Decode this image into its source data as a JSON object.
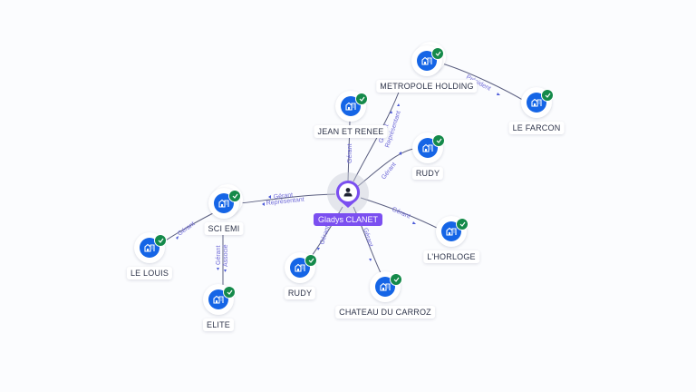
{
  "center_person": {
    "name": "Gladys CLANET",
    "icon": "person-icon",
    "accent_color": "#7b4ff0"
  },
  "colors": {
    "company_disk": "#1565e6",
    "verified_badge": "#148a4a",
    "edge_label": "#6f6ad8",
    "edge": "#5b5f80"
  },
  "nodes": [
    {
      "id": "metropole",
      "label": "METROPOLE HOLDING",
      "icon": "building-icon",
      "verified": true,
      "stacked": true
    },
    {
      "id": "farcon",
      "label": "LE FARCON",
      "icon": "building-icon",
      "verified": true,
      "stacked": false
    },
    {
      "id": "jean",
      "label": "JEAN ET RENEE",
      "icon": "building-icon",
      "verified": true,
      "stacked": false
    },
    {
      "id": "rudy1",
      "label": "RUDY",
      "icon": "building-icon",
      "verified": true,
      "stacked": false
    },
    {
      "id": "sciemi",
      "label": "SCI EMI",
      "icon": "building-icon",
      "verified": true,
      "stacked": true
    },
    {
      "id": "louis",
      "label": "LE LOUIS",
      "icon": "building-icon",
      "verified": true,
      "stacked": false
    },
    {
      "id": "elite",
      "label": "ELITE",
      "icon": "building-icon",
      "verified": true,
      "stacked": false
    },
    {
      "id": "rudy2",
      "label": "RUDY",
      "icon": "building-icon",
      "verified": true,
      "stacked": false
    },
    {
      "id": "chateau",
      "label": "CHATEAU DU CARROZ",
      "icon": "building-icon",
      "verified": true,
      "stacked": false
    },
    {
      "id": "horloge",
      "label": "L'HORLOGE",
      "icon": "building-icon",
      "verified": true,
      "stacked": false
    }
  ],
  "edges": [
    {
      "from": "center",
      "to": "jean",
      "labels": [
        "Gérant"
      ]
    },
    {
      "from": "center",
      "to": "metropole",
      "labels": [
        "Gérant",
        "Représentant"
      ]
    },
    {
      "from": "center",
      "to": "rudy1",
      "labels": [
        "Gérant"
      ]
    },
    {
      "from": "center",
      "to": "sciemi",
      "labels": [
        "Gérant",
        "Représentant"
      ]
    },
    {
      "from": "center",
      "to": "rudy2",
      "labels": [
        "Gérant"
      ]
    },
    {
      "from": "center",
      "to": "chateau",
      "labels": [
        "Gérant"
      ]
    },
    {
      "from": "center",
      "to": "horloge",
      "labels": [
        "Gérant"
      ]
    },
    {
      "from": "metropole",
      "to": "farcon",
      "labels": [
        "Président"
      ]
    },
    {
      "from": "sciemi",
      "to": "louis",
      "labels": [
        "Gérant"
      ]
    },
    {
      "from": "sciemi",
      "to": "elite",
      "labels": [
        "Gérant",
        "Associé"
      ]
    }
  ]
}
